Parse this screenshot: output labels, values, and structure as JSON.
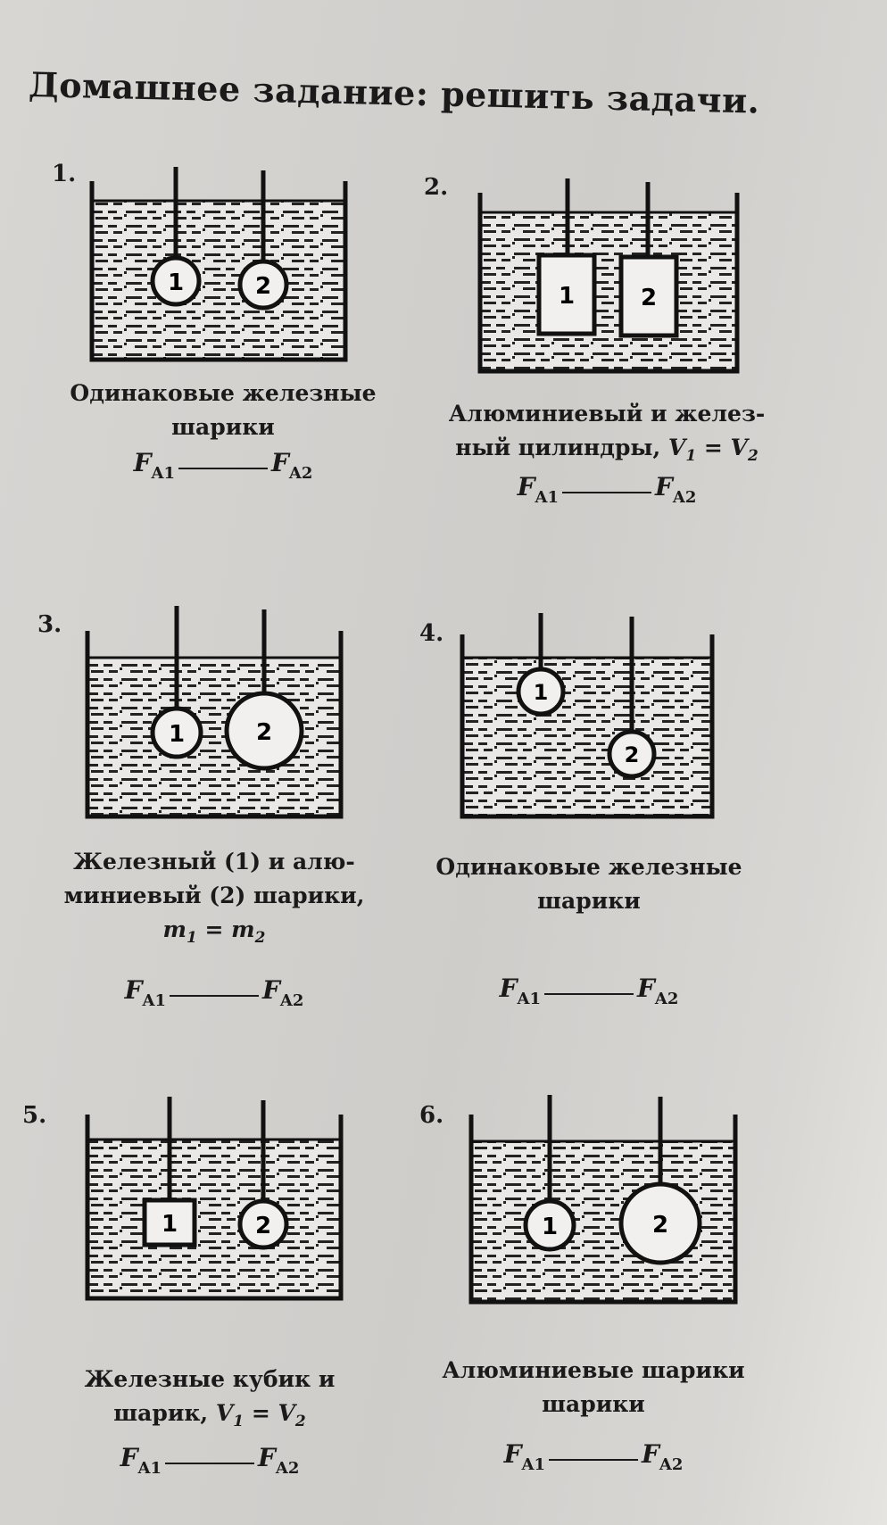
{
  "title": "Домашнее задание: решить задачи.",
  "force_label": "F",
  "force_sub_1": "A1",
  "force_sub_2": "A2",
  "tasks": [
    {
      "num": "1.",
      "label1": "1",
      "label2": "2",
      "caption": [
        "Одинаковые железные",
        "шарики"
      ]
    },
    {
      "num": "2.",
      "label1": "1",
      "label2": "2",
      "caption": [
        "Алюминиевый и желез-",
        "ный цилиндры,"
      ],
      "eq": {
        "a": "V",
        "s1": "1",
        "op": " = ",
        "b": "V",
        "s2": "2"
      }
    },
    {
      "num": "3.",
      "label1": "1",
      "label2": "2",
      "caption": [
        "Железный (1) и алю-",
        "миниевый (2) шарики,"
      ],
      "eq": {
        "a": "m",
        "s1": "1",
        "op": " = ",
        "b": "m",
        "s2": "2"
      }
    },
    {
      "num": "4.",
      "label1": "1",
      "label2": "2",
      "caption": [
        "Одинаковые железные",
        "шарики"
      ]
    },
    {
      "num": "5.",
      "label1": "1",
      "label2": "2",
      "caption": [
        "Железные кубик и",
        "шарик,"
      ],
      "eq": {
        "a": "V",
        "s1": "1",
        "op": " = ",
        "b": "V",
        "s2": "2"
      }
    },
    {
      "num": "6.",
      "label1": "1",
      "label2": "2",
      "caption": [
        "Алюминиевые шарики",
        "шарики"
      ]
    }
  ]
}
